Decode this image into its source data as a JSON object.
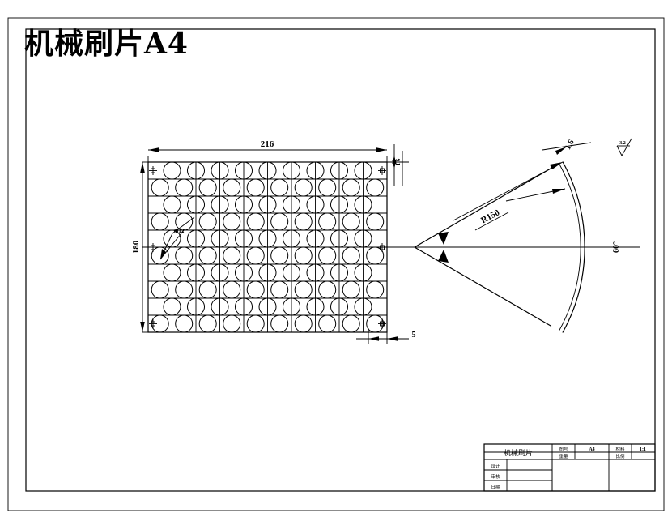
{
  "document": {
    "title_overlay": "机械刷片A4",
    "title_color": "#ff0000",
    "sheet_size": "A4",
    "background": "#ffffff",
    "line_color": "#000000"
  },
  "drawing": {
    "name": "mechanical-brush-plate-drawing",
    "views": [
      {
        "name": "perforated-plate-front-view",
        "shape": "rectangle",
        "hole_pattern": "staggered-grid-circles",
        "columns": 10,
        "rows": 10
      },
      {
        "name": "sector-arc-side-view",
        "shape": "circular-sector"
      }
    ]
  },
  "dimensions": {
    "width": "216",
    "height": "180",
    "thickness_bottom": "5",
    "thickness_right": "1.6",
    "radius": "R150",
    "angle": "60°",
    "hole_callout": "Φ12"
  },
  "symbols": {
    "surface_finish": "surface-finish-symbol",
    "surface_finish_value": "3.2"
  },
  "title_block": {
    "part_name": "机械刷片",
    "rows": [
      {
        "label": "图号",
        "value": "A4",
        "label2": "材料",
        "value2": "1:1"
      },
      {
        "label": "重量",
        "value": "",
        "label2": "比例",
        "value2": ""
      }
    ],
    "signoff": [
      {
        "label": "设计",
        "value": ""
      },
      {
        "label": "审核",
        "value": ""
      },
      {
        "label": "日期",
        "value": ""
      }
    ]
  }
}
